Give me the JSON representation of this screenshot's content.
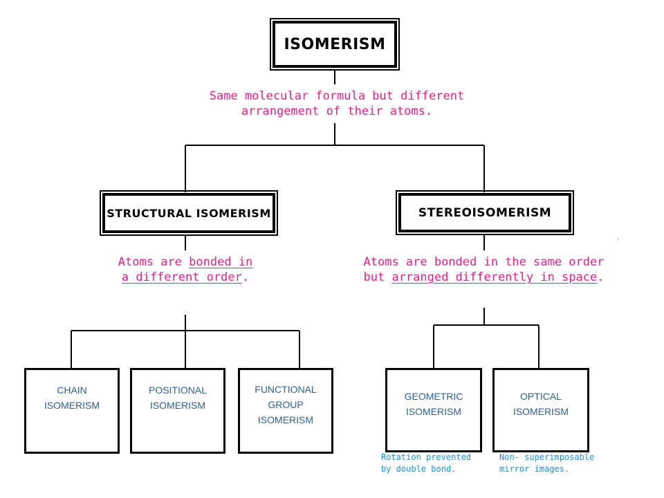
{
  "root": {
    "title": "ISOMERISM",
    "definition": "Same molecular formula but different arrangement of their atoms."
  },
  "structural": {
    "title": "STRUCTURAL ISOMERISM",
    "desc_start": "Atoms are",
    "desc_underlined": "bonded in a different order",
    "desc_end": ".",
    "types": [
      {
        "label": "CHAIN\nISOMERISM"
      },
      {
        "label": "POSITIONAL\nISOMERISM"
      },
      {
        "label": "FUNCTIONAL\nGROUP\nISOMERISM"
      }
    ]
  },
  "stereo": {
    "title": "STEREOISOMERISM",
    "desc_start": "Atoms are bonded in the same order but",
    "desc_underlined": "arranged differently in space",
    "desc_end": ".",
    "types": [
      {
        "label": "GEOMETRIC\nISOMERISM",
        "note": "Rotation prevented\nby double bond."
      },
      {
        "label": "OPTICAL\nISOMERISM",
        "note": "Non- superimposable\nmirror images."
      }
    ]
  },
  "stray_mark": "."
}
